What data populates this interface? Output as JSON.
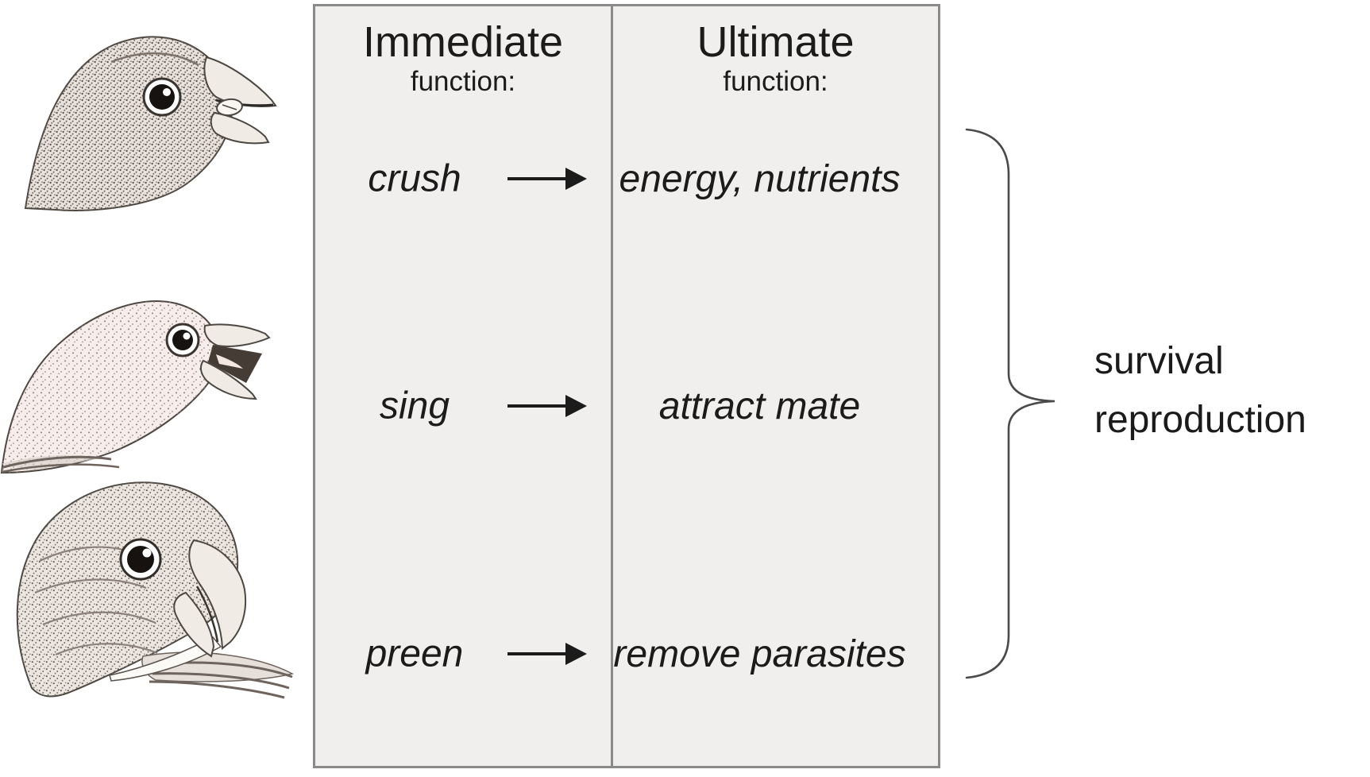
{
  "figure": {
    "columns": [
      {
        "title": "Immediate",
        "subtitle": "function:"
      },
      {
        "title": "Ultimate",
        "subtitle": "function:"
      }
    ],
    "rows": [
      {
        "immediate": "crush",
        "ultimate": "energy, nutrients",
        "bird_alt": "finch head crushing a seed in conical beak"
      },
      {
        "immediate": "sing",
        "ultimate": "attract mate",
        "bird_alt": "bird head singing with wide open beak"
      },
      {
        "immediate": "preen",
        "ultimate": "remove parasites",
        "bird_alt": "bird head preening wing feathers with beak"
      }
    ],
    "outcome": {
      "line1": "survival",
      "line2": "reproduction"
    },
    "icons": {
      "row_arrow": "right-arrow",
      "brace": "right-curly-brace"
    },
    "colors": {
      "canvas": "#ffffff",
      "panel_fill": "#f0efed",
      "panel_border": "#8a8a8a",
      "text": "#1b1b1b",
      "brace": "#4a4a4a"
    }
  }
}
